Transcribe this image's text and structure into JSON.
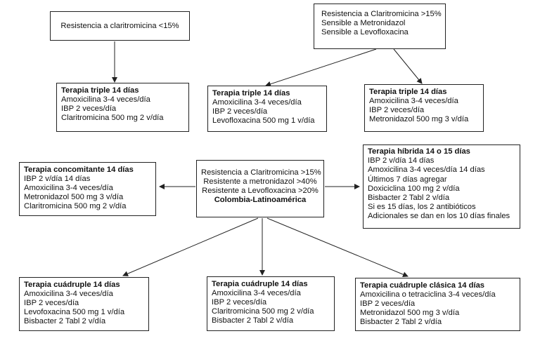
{
  "top_left": {
    "text": "Resistencia a claritromicina <15%"
  },
  "top_right": {
    "lines": [
      "Resistencia a Claritromicina >15%",
      "Sensible a Metronidazol",
      "Sensible a Levofloxacina"
    ]
  },
  "row1": [
    {
      "title": "Terapia triple 14 días",
      "lines": [
        "Amoxicilina 3-4 veces/día",
        "IBP 2 veces/día",
        "Claritromicina 500 mg 2 v/día"
      ]
    },
    {
      "title": "Terapia triple 14 días",
      "lines": [
        "Amoxicilina 3-4 veces/día",
        "IBP 2 veces/día",
        "Levofloxacina 500 mg 1 v/día"
      ]
    },
    {
      "title": "Terapia triple 14 días",
      "lines": [
        "Amoxicilina 3-4 veces/día",
        "IBP 2 veces/día",
        "Metronidazol 500 mg 3 v/día"
      ]
    }
  ],
  "concomitant": {
    "title": "Terapia concomitante 14 días",
    "lines": [
      "IBP 2 v/día 14 días",
      "Amoxicilina 3-4 veces/día",
      "Metronidazol 500 mg 3 v/día",
      "Claritromicina 500 mg 2 v/día"
    ]
  },
  "center": {
    "lines": [
      "Resistencia a Claritromicina >15%",
      "Resistente a metronidazol >40%",
      "Resistente a Levofloxacina >20%"
    ],
    "bold": "Colombia-Latinoamérica"
  },
  "hybrid": {
    "title": "Terapia híbrida 14 o 15 días",
    "lines": [
      "IBP 2 v/día 14 días",
      "Amoxicilina 3-4 veces/día 14 días",
      "Últimos 7 días agregar",
      "Doxiciclina 100 mg 2 v/día",
      "Bisbacter 2 Tabl 2 v/día",
      "Si es 15 días, los 2 antibióticos",
      "Adicionales se dan en los 10 días finales"
    ]
  },
  "row3": [
    {
      "title": "Terapia cuádruple 14 días",
      "lines": [
        "Amoxicilina 3-4 veces/día",
        "IBP 2 veces/día",
        "Levofoxacina 500 mg 1 v/día",
        "Bisbacter 2 Tabl 2 v/día"
      ]
    },
    {
      "title": "Terapia cuádruple 14 días",
      "lines": [
        "Amoxicilina 3-4 veces/día",
        "IBP 2 veces/día",
        "Claritromicina 500 mg 2 v/día",
        "Bisbacter 2 Tabl 2 v/día"
      ]
    },
    {
      "title": "Terapia cuádruple clásica 14 días",
      "lines": [
        "Amoxicilina o tetraciclina 3-4 veces/día",
        "IBP 2 veces/día",
        "Metronidazol 500 mg 3 v/día",
        "Bisbacter 2 Tabl 2 v/día"
      ]
    }
  ]
}
